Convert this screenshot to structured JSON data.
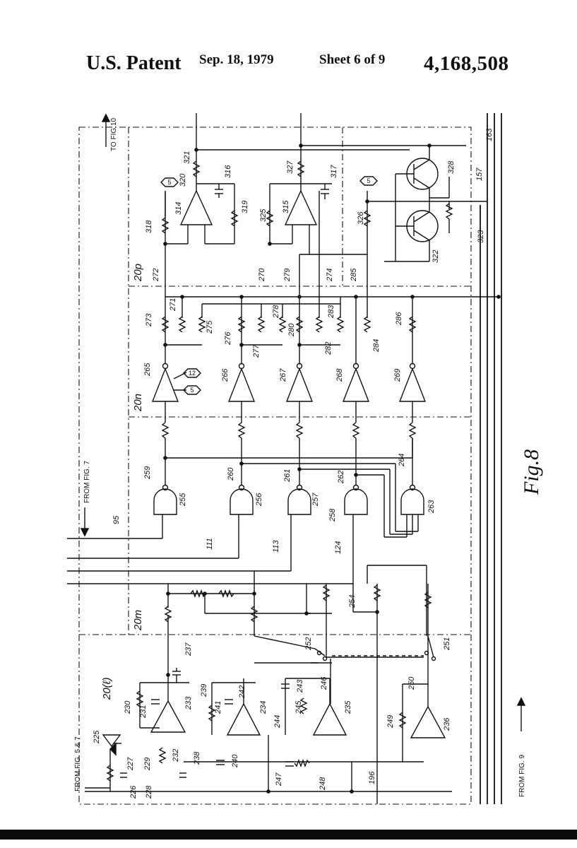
{
  "header": {
    "patent_label": "U.S. Patent",
    "date": "Sep. 18, 1979",
    "sheet": "Sheet 6 of 9",
    "patent_number": "4,168,508"
  },
  "annotations": {
    "to_fig": "TO FIG.10",
    "from_fig7": "FROM FIG. 7",
    "from_fig57": "FROM FIG. 5 & 7",
    "from_fig9": "FROM FIG. 9",
    "fig_label": "Fig.8"
  },
  "blocks": {
    "l": "20(ℓ)",
    "m": "20m",
    "n": "20n",
    "p": "20p"
  },
  "ref_numbers": {
    "r95": "95",
    "r111": "111",
    "r113": "113",
    "r124": "124",
    "r157": "157",
    "r163": "163",
    "r196": "196",
    "r225": "225",
    "r226": "226",
    "r227": "227",
    "r228": "228",
    "r229": "229",
    "r230": "230",
    "r231": "231",
    "r232": "232",
    "r233": "233",
    "r234": "234",
    "r235": "235",
    "r236": "236",
    "r237": "237",
    "r238": "238",
    "r239": "239",
    "r240": "240",
    "r241": "241",
    "r242": "242",
    "r243": "243",
    "r244": "244",
    "r245": "245",
    "r246": "246",
    "r247": "247",
    "r248": "248",
    "r249": "249",
    "r250": "250",
    "r251": "251",
    "r252": "252",
    "r254": "254",
    "r255": "255",
    "r256": "256",
    "r257": "257",
    "r258": "258",
    "r259": "259",
    "r260": "260",
    "r261": "261",
    "r262": "262",
    "r263": "263",
    "r264": "264",
    "r265": "265",
    "r266": "266",
    "r267": "267",
    "r268": "268",
    "r269": "269",
    "r270": "270",
    "r271": "271",
    "r272": "272",
    "r273": "273",
    "r274": "274",
    "r275": "275",
    "r276": "276",
    "r277": "277",
    "r278": "278",
    "r279": "279",
    "r280": "280",
    "r282": "282",
    "r283": "283",
    "r284": "284",
    "r285": "285",
    "r286": "286",
    "r314": "314",
    "r315": "315",
    "r316": "316",
    "r317": "317",
    "r318": "318",
    "r319": "319",
    "r320": "320",
    "r321": "321",
    "r322": "322",
    "r323": "323",
    "r325": "325",
    "r326": "326",
    "r327": "327",
    "r328": "328"
  },
  "hex_tags": {
    "h5a": "5",
    "h5b": "5",
    "h5c": "5",
    "h12": "12"
  }
}
